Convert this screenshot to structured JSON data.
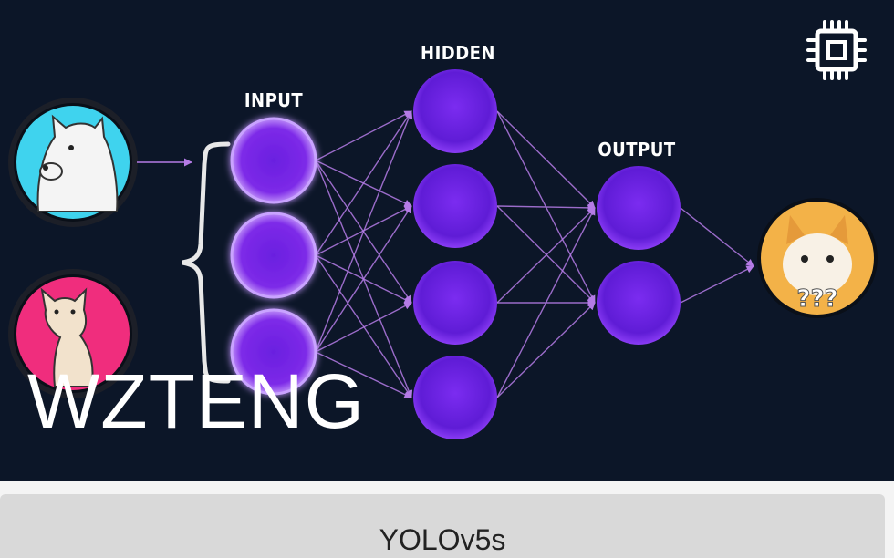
{
  "diagram": {
    "labels": {
      "input": "INPUT",
      "hidden": "HIDDEN",
      "output": "OUTPUT"
    },
    "output_question_marks": "???",
    "colors": {
      "background": "#0c1628",
      "node": "#6a1fe0",
      "node_glow": "#c9a3ff",
      "edge": "#b57be6",
      "dog_circle": "#3fd3ee",
      "cat_circle": "#f02d7d"
    },
    "icons": {
      "dog": "dog-icon",
      "cat": "cat-icon",
      "question_cat": "question-cat-icon",
      "chip": "chip-icon"
    }
  },
  "watermark": "WZTENG",
  "bottom_bar": {
    "button_label": "YOLOv5s"
  }
}
